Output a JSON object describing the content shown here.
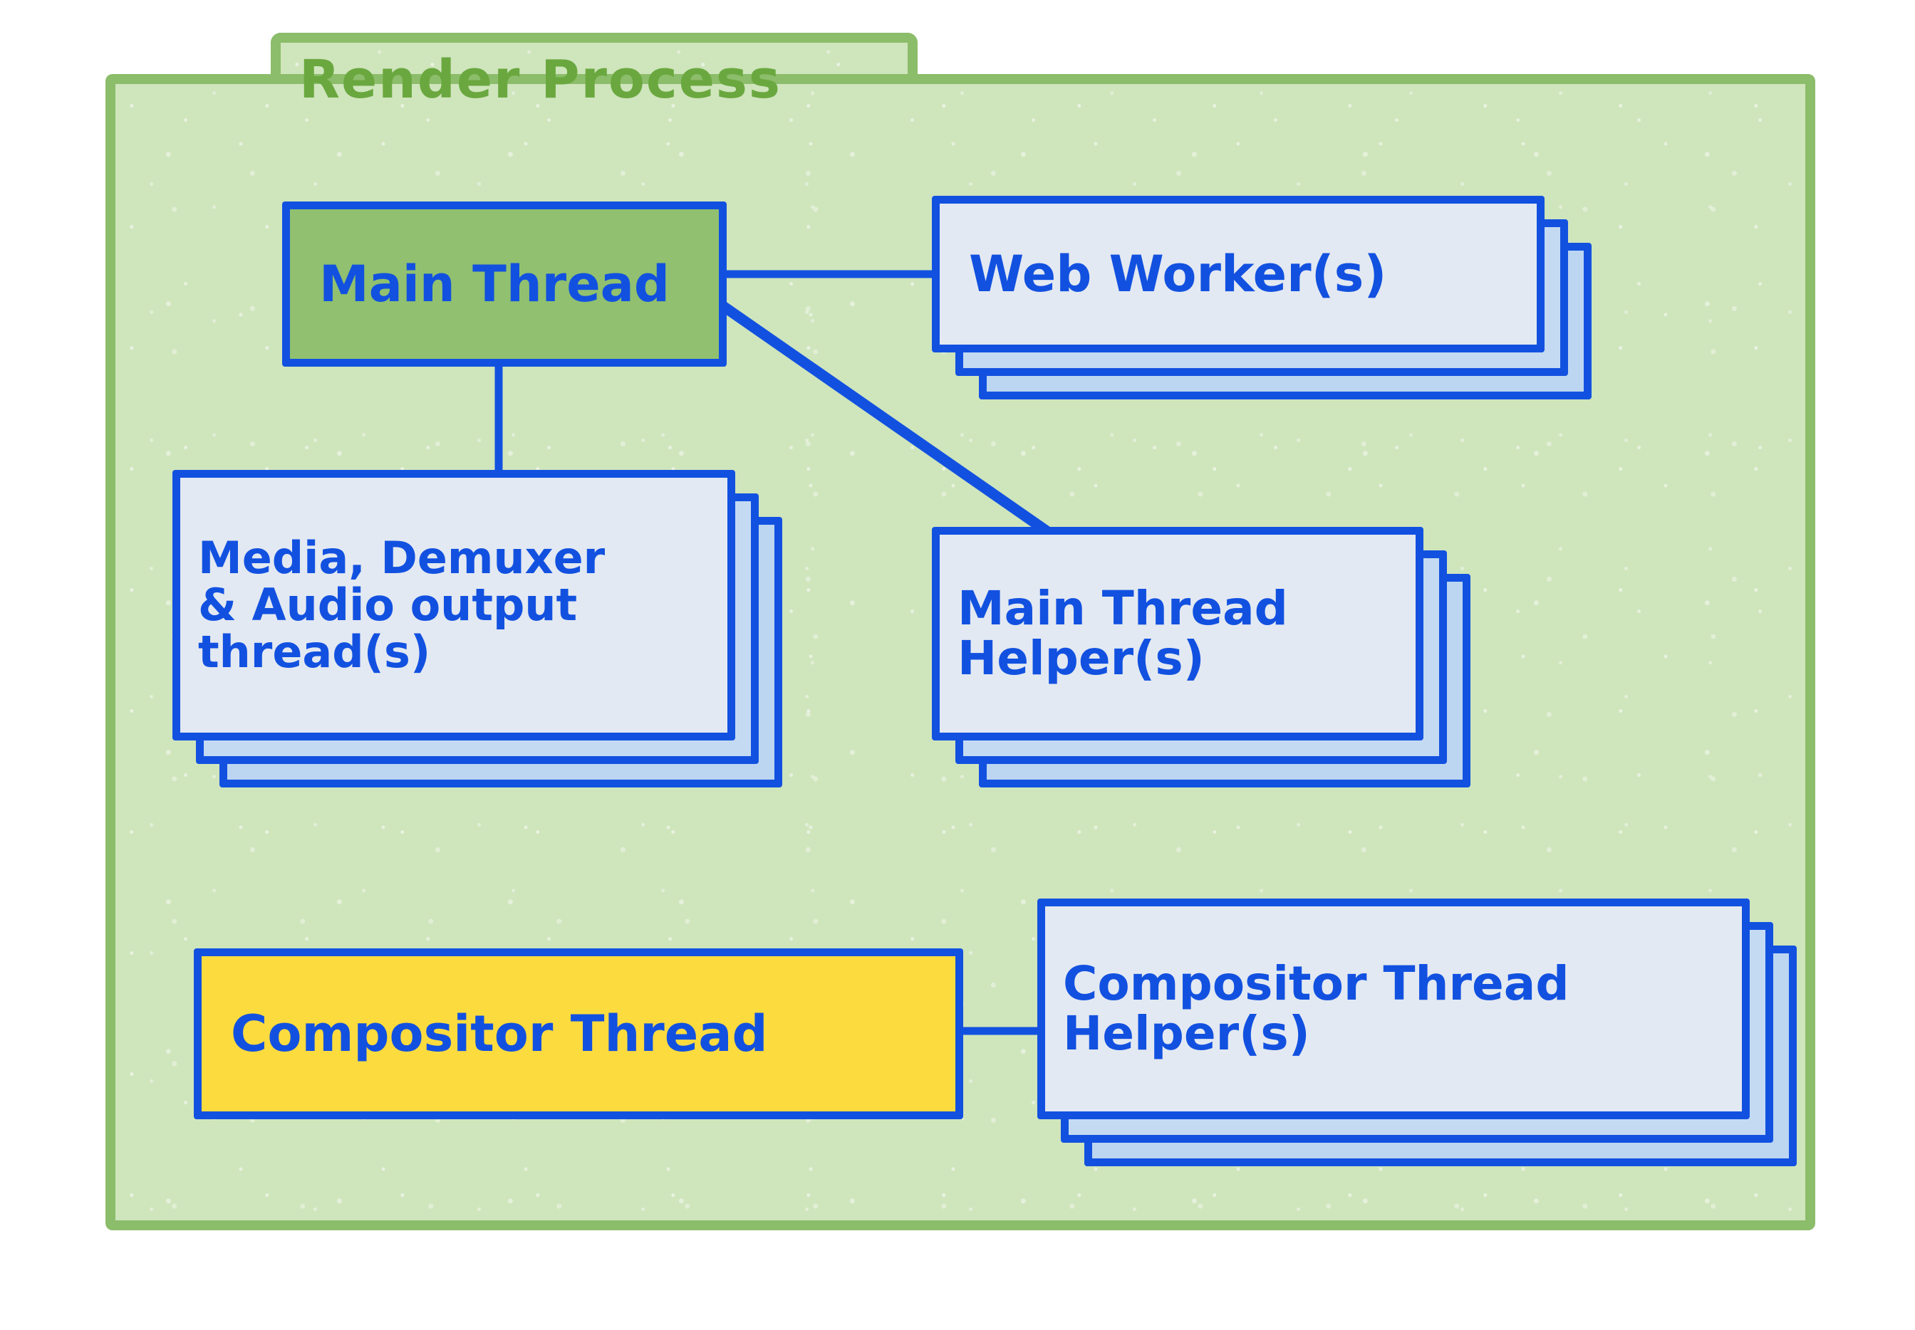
{
  "diagram": {
    "title": "Render Process",
    "colors": {
      "panel_border": "#8cbd6a",
      "panel_fill": "#cfe5bc",
      "title_text": "#6aa83f",
      "node_border": "#1251e0",
      "node_text": "#1251e0",
      "card_front_fill": "#e3e9f2",
      "card_back_fill": "#bcd6f1",
      "main_thread_fill": "#90c070",
      "compositor_thread_fill": "#fcdb3f"
    },
    "nodes": [
      {
        "id": "main-thread",
        "label": "Main Thread",
        "stack_count": 1,
        "fill": "green"
      },
      {
        "id": "web-workers",
        "label": "Web Worker(s)",
        "stack_count": 3,
        "fill": "light"
      },
      {
        "id": "media-demuxer-audio-output-threads",
        "label": "Media, Demuxer\n& Audio output\n     thread(s)",
        "stack_count": 3,
        "fill": "light"
      },
      {
        "id": "main-thread-helpers",
        "label": "Main Thread\n Helper(s)",
        "stack_count": 3,
        "fill": "light"
      },
      {
        "id": "compositor-thread",
        "label": "Compositor Thread",
        "stack_count": 1,
        "fill": "yellow"
      },
      {
        "id": "compositor-thread-helpers",
        "label": "Compositor Thread\n    Helper(s)",
        "stack_count": 3,
        "fill": "light"
      }
    ],
    "connections": [
      {
        "from": "main-thread",
        "to": "web-workers",
        "style": "horizontal"
      },
      {
        "from": "main-thread",
        "to": "media-demuxer-audio-output-threads",
        "style": "vertical"
      },
      {
        "from": "main-thread",
        "to": "main-thread-helpers",
        "style": "diagonal"
      },
      {
        "from": "compositor-thread",
        "to": "compositor-thread-helpers",
        "style": "horizontal"
      }
    ]
  }
}
